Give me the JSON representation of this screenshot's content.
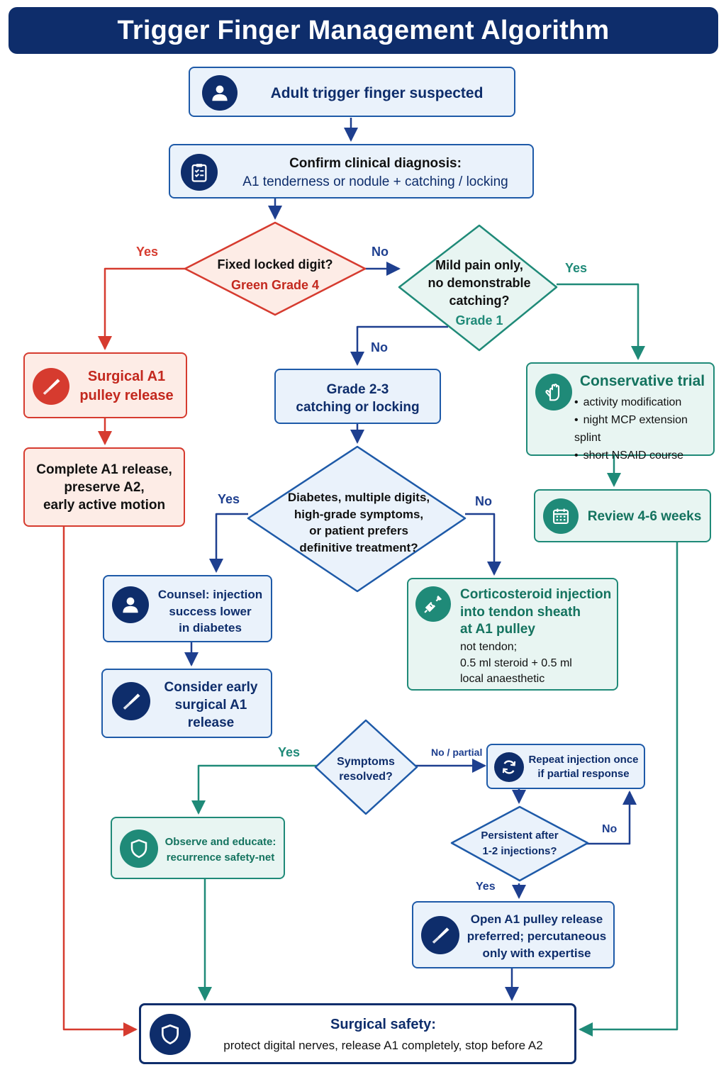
{
  "title": "Trigger Finger Management Algorithm",
  "colors": {
    "navy": "#0e2d6b",
    "blue": "#1e5aa8",
    "red": "#d63b2f",
    "teal": "#1f8a78",
    "blue_fill": "#eaf2fb",
    "red_fill": "#fdece6",
    "teal_fill": "#e8f5f2"
  },
  "nodes": {
    "suspected": {
      "text": "Adult trigger finger suspected",
      "icon": "person-icon"
    },
    "confirm": {
      "line1": "Confirm clinical diagnosis:",
      "line2": "A1 tenderness or nodule + catching / locking",
      "icon": "clipboard-icon"
    },
    "fixed_locked": {
      "line1": "Fixed locked digit?",
      "line2": "Green Grade 4"
    },
    "mild_pain": {
      "line1": "Mild pain only,",
      "line2": "no demonstrable",
      "line3": "catching?",
      "line4": "Grade 1"
    },
    "surgical_release": {
      "line1": "Surgical A1",
      "line2": "pulley release",
      "icon": "scalpel-icon"
    },
    "complete_release": {
      "line1": "Complete A1 release,",
      "line2": "preserve A2,",
      "line3": "early active motion"
    },
    "grade23": {
      "line1": "Grade 2-3",
      "line2": "catching or locking"
    },
    "conservative": {
      "title": "Conservative trial",
      "bullets": [
        "activity modification",
        "night MCP extension splint",
        "short NSAID course"
      ],
      "icon": "hand-icon"
    },
    "review": {
      "text": "Review 4-6 weeks",
      "icon": "calendar-icon"
    },
    "diabetes_q": {
      "line1": "Diabetes, multiple digits,",
      "line2": "high-grade symptoms,",
      "line3": "or patient prefers",
      "line4": "definitive treatment?"
    },
    "counsel": {
      "line1": "Counsel: injection",
      "line2": "success lower",
      "line3": "in diabetes",
      "icon": "person-icon"
    },
    "consider_surgery": {
      "line1": "Consider early",
      "line2": "surgical A1",
      "line3": "release",
      "icon": "scalpel-icon"
    },
    "injection": {
      "line1": "Corticosteroid injection",
      "line2": "into tendon sheath",
      "line3": "at A1 pulley",
      "note1": "not tendon;",
      "note2": "0.5 ml steroid + 0.5 ml",
      "note3": "local anaesthetic",
      "icon": "syringe-icon"
    },
    "resolved_q": {
      "line1": "Symptoms",
      "line2": "resolved?"
    },
    "repeat": {
      "line1": "Repeat injection once",
      "line2": "if partial response",
      "icon": "refresh-icon"
    },
    "observe": {
      "line1": "Observe and educate:",
      "line2": "recurrence safety-net",
      "icon": "shield-icon"
    },
    "persistent_q": {
      "line1": "Persistent after",
      "line2": "1-2 injections?"
    },
    "open_release": {
      "line1": "Open A1 pulley release",
      "line2": "preferred; percutaneous",
      "line3": "only with expertise",
      "icon": "scalpel-icon"
    },
    "safety": {
      "line1": "Surgical safety:",
      "line2": "protect digital nerves, release A1 completely, stop before A2",
      "icon": "shield-icon"
    }
  },
  "labels": {
    "yes_fixed": "Yes",
    "no_fixed": "No",
    "yes_mild": "Yes",
    "no_mild": "No",
    "yes_diabetes": "Yes",
    "no_diabetes": "No",
    "yes_resolved": "Yes",
    "no_partial": "No / partial",
    "no_persistent": "No",
    "yes_persistent": "Yes"
  }
}
